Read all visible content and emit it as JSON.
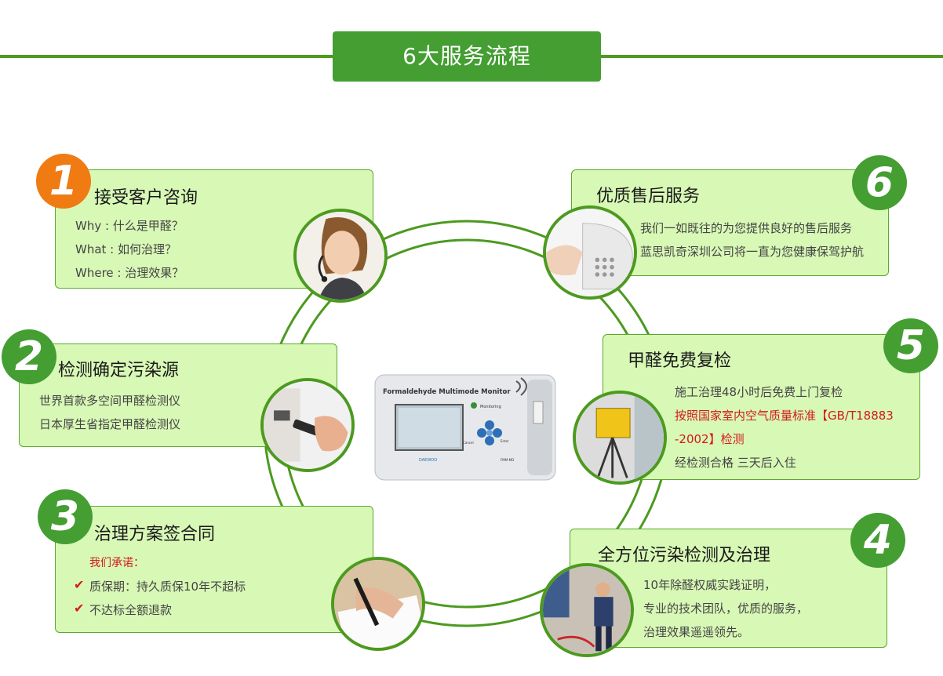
{
  "header": {
    "title": "6大服务流程"
  },
  "steps": [
    {
      "num": "1",
      "title": "接受客户咨询",
      "lines": [
        "Why : 什么是甲醛？",
        "What : 如何治理？",
        "Where : 治理效果？"
      ]
    },
    {
      "num": "2",
      "title": "检测确定污染源",
      "lines": [
        "世界首款多空间甲醛检测仪",
        "日本厚生省指定甲醛检测仪"
      ]
    },
    {
      "num": "3",
      "title": "治理方案签合同",
      "promise": "我们承诺：",
      "lines": [
        "质保期：持久质保10年不超标",
        "不达标全额退款"
      ]
    },
    {
      "num": "4",
      "title": "全方位污染检测及治理",
      "lines": [
        "10年除醛权威实践证明，",
        "专业的技术团队，优质的服务，",
        "治理效果遥遥领先。"
      ]
    },
    {
      "num": "5",
      "title": "甲醛免费复检",
      "lines": [
        "施工治理48小时后免费上门复检",
        "按照国家室内空气质量标准【GB/T18883",
        "-2002】检测",
        "经检测合格 三天后入住"
      ]
    },
    {
      "num": "6",
      "title": "优质售后服务",
      "lines": [
        "我们一如既往的为您提供良好的售后服务",
        "蓝思凯奇深圳公司将一直为您健康保驾护航"
      ]
    }
  ],
  "device": {
    "label": "Formaldehyde Multimode Monitor",
    "status": "Monitoring",
    "cancel": "Cancel",
    "enter": "Enter",
    "brand": "DAEWOO",
    "model": "FMM-MD"
  },
  "colors": {
    "green": "#449e32",
    "orange": "#f07b12",
    "card": "#d8f8b6",
    "red": "#d41a1a"
  }
}
